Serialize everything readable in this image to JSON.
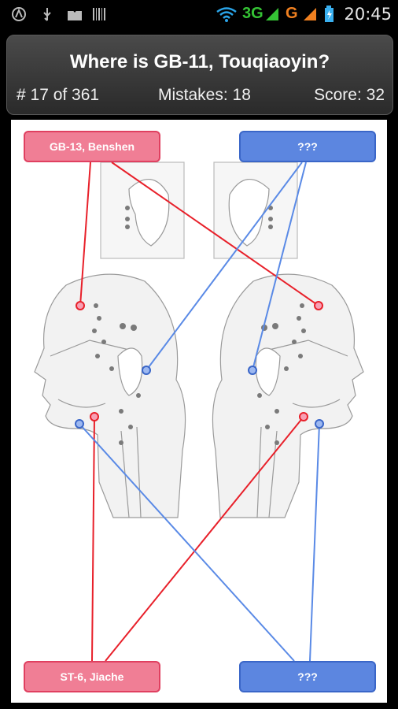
{
  "status_bar": {
    "time": "20:45",
    "network_3g": "3G",
    "network_g": "G",
    "icons": [
      "app-icon",
      "usb-icon",
      "download-icon",
      "barcode-icon",
      "wifi-icon",
      "signal-icon",
      "battery-icon"
    ]
  },
  "quiz": {
    "question": "Where is GB-11, Touqiaoyin?",
    "progress": "# 17 of 361",
    "mistakes": "Mistakes: 18",
    "score": "Score: 32"
  },
  "answers": {
    "top_left": "GB-13, Benshen",
    "top_right": "???",
    "bottom_left": "ST-6, Jiache",
    "bottom_right": "???"
  },
  "colors": {
    "pink": "#f07e95",
    "blue": "#5c86e0",
    "red_line": "#e8202a",
    "blue_line": "#5a8ae6"
  }
}
